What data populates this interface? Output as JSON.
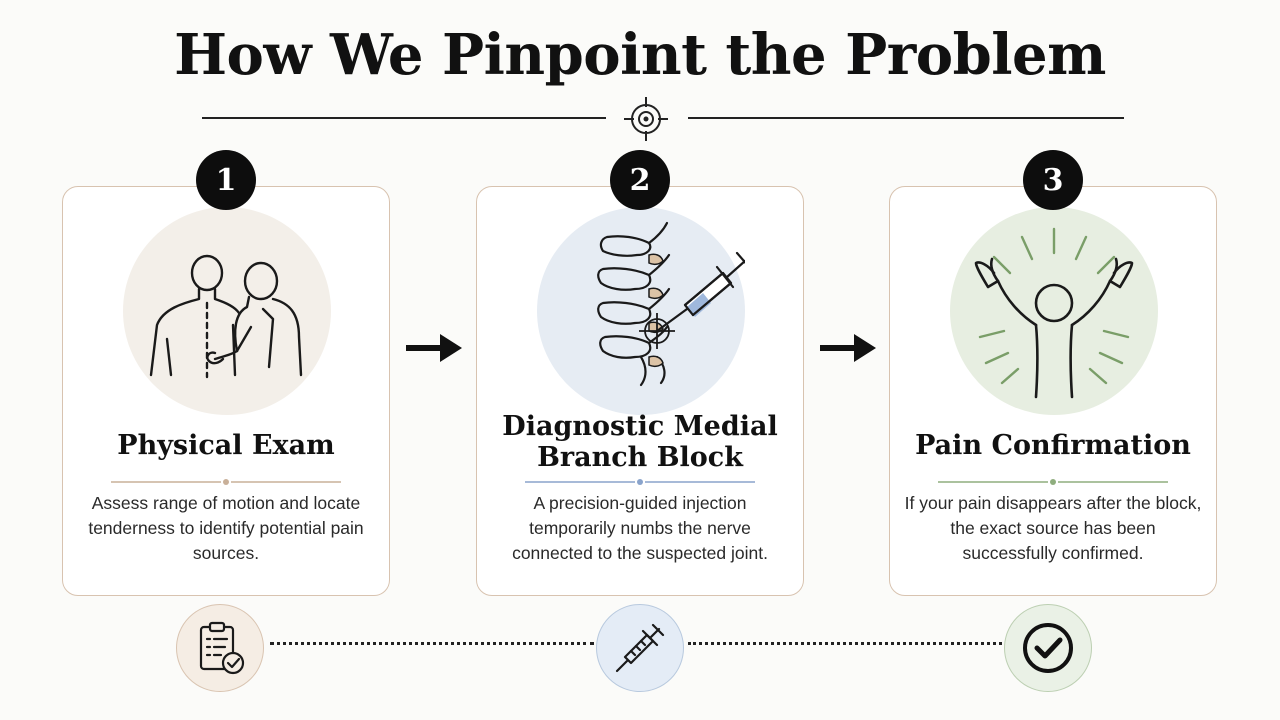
{
  "title": "How We Pinpoint the Problem",
  "colors": {
    "exam_bg": "#f3efe9",
    "block_bg": "#e6ecf3",
    "confirm_bg": "#e7eee1",
    "exam_accent": "#c9b099",
    "block_accent": "#8aa4cc",
    "confirm_accent": "#8fae7e",
    "card_border": "#d8c3b0"
  },
  "steps": [
    {
      "number": "1",
      "title": "Physical Exam",
      "description": "Assess range of motion and locate tenderness to identify potential pain sources.",
      "illustration_icon": "physical-exam-icon",
      "bottom_icon": "clipboard-check-icon"
    },
    {
      "number": "2",
      "title": "Diagnostic Medial Branch Block",
      "description": "A precision-guided injection temporarily numbs the nerve connected to the suspected joint.",
      "illustration_icon": "spine-injection-icon",
      "bottom_icon": "syringe-icon"
    },
    {
      "number": "3",
      "title": "Pain Confirmation",
      "description": "If your pain disappears after the block, the exact source has been successfully confirmed.",
      "illustration_icon": "pain-relief-person-icon",
      "bottom_icon": "checkmark-circle-icon"
    }
  ]
}
